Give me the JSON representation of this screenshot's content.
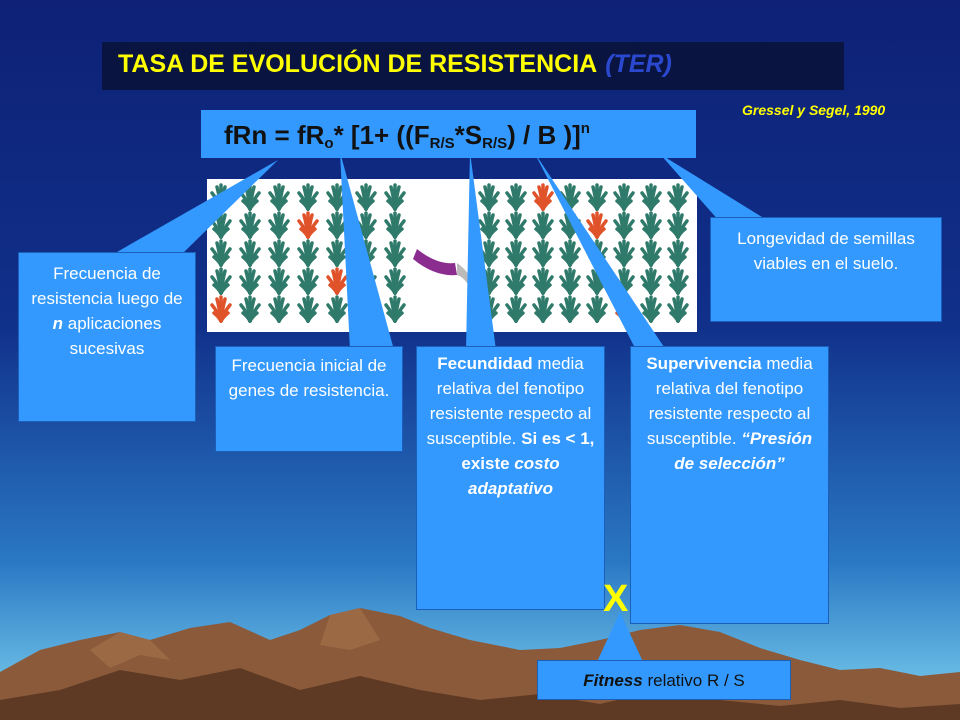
{
  "title": {
    "main": "TASA DE EVOLUCIÓN DE RESISTENCIA",
    "abbr": "(TER)"
  },
  "citation": "Gressel y Segel, 1990",
  "formula": {
    "p1": "fRn = fR",
    "sub_o": "o",
    "p2": "* [1+ ((F",
    "sub_f": "R/S",
    "p3": "*S",
    "sub_s": "R/S",
    "p4": ") / B )]",
    "sup_n": "n"
  },
  "callouts": {
    "frecuencia_n": {
      "t1": "Frecuencia de resistencia luego de ",
      "n": "n",
      "t2": " aplicaciones sucesivas"
    },
    "frecuencia_inicial": "Frecuencia inicial de genes de resistencia.",
    "fecundidad": {
      "head": "Fecundidad",
      "body": " media relativa del fenotipo resistente respecto al susceptible. ",
      "b1": "Si es < 1, existe ",
      "b2": "costo adaptativo"
    },
    "supervivencia": {
      "head": "Supervivencia",
      "body": " media relativa del fenotipo resistente respecto al susceptible. ",
      "quote": "“Presión de selección”"
    },
    "longevidad": "Longevidad de semillas viables en el suelo.",
    "fitness": {
      "word": "Fitness",
      "rest": " relativo R / S"
    }
  },
  "multiply_sign": "X",
  "colors": {
    "callout": "#3399ff",
    "title_text": "#ffff00",
    "title_bg": "#0a1440",
    "ter": "#2b49d0",
    "plant_green": "#2f7a6a",
    "plant_red": "#e0522a",
    "sprayer": "#8b2d8e"
  },
  "plants": {
    "left_resistant": [
      [
        1,
        3
      ],
      [
        3,
        4
      ],
      [
        4,
        0
      ]
    ],
    "right_resistant": [
      [
        0,
        2
      ],
      [
        1,
        4
      ],
      [
        4,
        5
      ]
    ]
  }
}
